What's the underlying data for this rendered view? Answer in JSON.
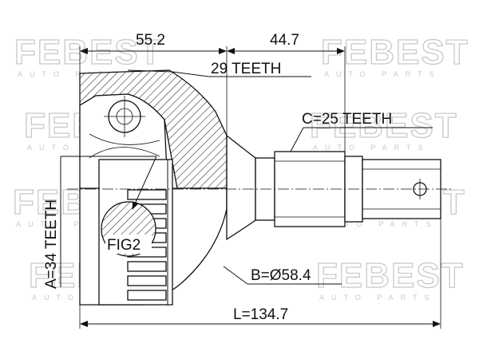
{
  "watermark": {
    "brand": "FEBEST",
    "sub": "AUTO PARTS"
  },
  "dimensions": {
    "width_left": "55.2",
    "width_right": "44.7",
    "teeth_outer": "29 TEETH",
    "teeth_shaft": "C=25 TEETH",
    "teeth_abs": "A=34 TEETH",
    "diameter": "B=Ø58.4",
    "length": "L=134.7"
  },
  "callouts": {
    "figure_ref": "FIG2"
  }
}
